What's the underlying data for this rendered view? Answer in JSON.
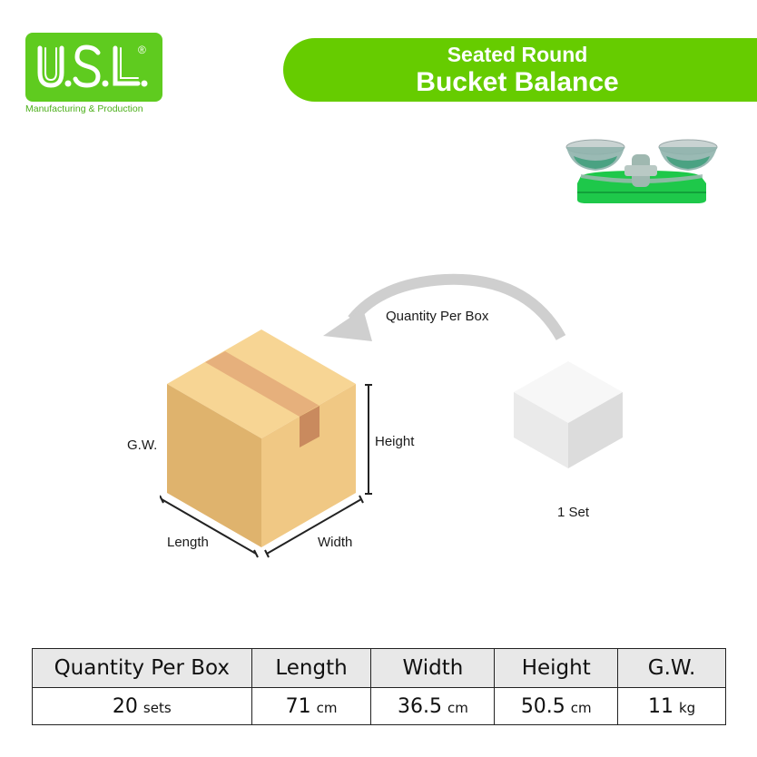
{
  "brand": {
    "logo_text": "U.S.L.",
    "registered_mark": "®",
    "tagline": "Manufacturing & Production",
    "color": "#5fcb1f"
  },
  "header": {
    "title_line1": "Seated Round",
    "title_line2": "Bucket Balance",
    "banner_color": "#66cc00"
  },
  "product_image": {
    "icon": "bucket-balance-scale",
    "base_color": "#1ec84a"
  },
  "diagram": {
    "arrow_label": "Quantity Per Box",
    "unit_label": "1 Set",
    "box_labels": {
      "weight": "G.W.",
      "height": "Height",
      "length": "Length",
      "width": "Width"
    },
    "box_color": "#e8b96a"
  },
  "table": {
    "headers": [
      "Quantity Per Box",
      "Length",
      "Width",
      "Height",
      "G.W."
    ],
    "values": [
      {
        "value": "20",
        "unit": "sets"
      },
      {
        "value": "71",
        "unit": "cm"
      },
      {
        "value": "36.5",
        "unit": "cm"
      },
      {
        "value": "50.5",
        "unit": "cm"
      },
      {
        "value": "11",
        "unit": "kg"
      }
    ]
  }
}
